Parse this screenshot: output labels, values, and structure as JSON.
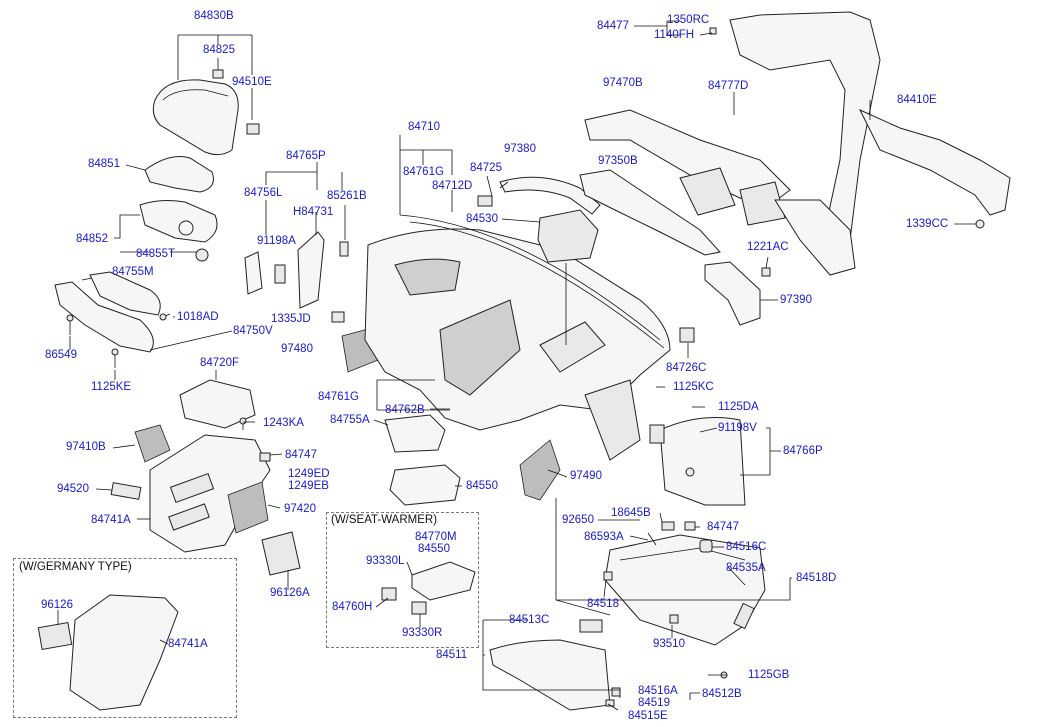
{
  "diagram": {
    "boxes": {
      "seat_warmer": "(W/SEAT-WARMER)",
      "germany": "(W/GERMANY TYPE)"
    },
    "labels": [
      "84830B",
      "84825",
      "94510E",
      "84851",
      "84852",
      "84855T",
      "84755M",
      "1018AD",
      "84750V",
      "86549",
      "1125KE",
      "84765P",
      "84756L",
      "H84731",
      "85261B",
      "91198A",
      "1335JD",
      "97480",
      "84720F",
      "1243KA",
      "97410B",
      "84747",
      "1249ED",
      "1249EB",
      "94520",
      "97420",
      "84741A",
      "96126A",
      "84710",
      "84761G",
      "84725",
      "84712D",
      "97380",
      "84530",
      "84761G",
      "84762B",
      "84755A",
      "84550",
      "97490",
      "84477",
      "1350RC",
      "1140FH",
      "97470B",
      "84777D",
      "84410E",
      "97350B",
      "1339CC",
      "1221AC",
      "97390",
      "84726C",
      "1125KC",
      "1125DA",
      "91198V",
      "84766P",
      "92650",
      "18645B",
      "84747",
      "86593A",
      "84516C",
      "84535A",
      "84518D",
      "84518",
      "93510",
      "84513C",
      "84511",
      "1125GB",
      "84516A",
      "84512B",
      "84519",
      "84515E",
      "84770M",
      "84550",
      "93330L",
      "84760H",
      "93330R",
      "96126",
      "84741A"
    ]
  }
}
